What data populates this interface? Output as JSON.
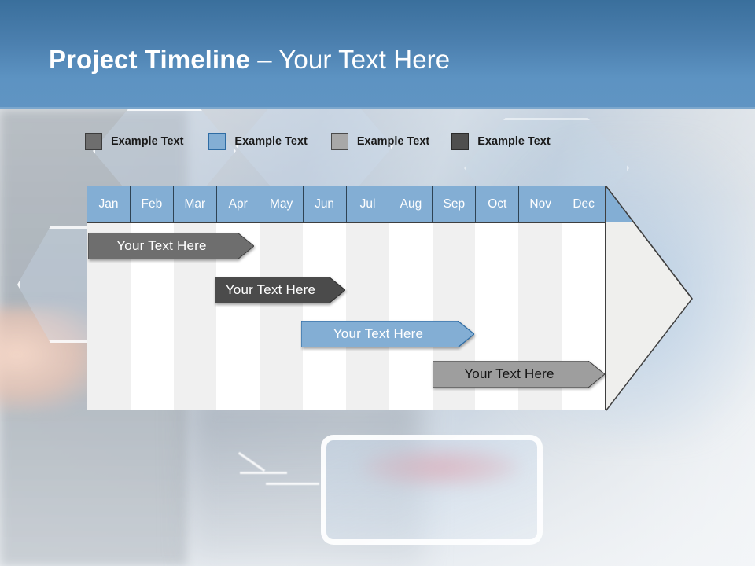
{
  "slide": {
    "title_bold": "Project Timeline",
    "title_sep": " – ",
    "title_light": "Your Text Here",
    "title_full": "Project Timeline – Your Text Here"
  },
  "colors": {
    "title_bar_top": "#3a6f9c",
    "title_bar_bottom": "#6094c3",
    "month_header": "#83aed4",
    "accent_blue": "#83aed4",
    "accent_blue_border": "#2e6ca4",
    "gray_dark": "#5a5a5a",
    "gray_darker": "#4b4b4b",
    "gray_light": "#9e9e9e",
    "band_gray": "#f0f0f0",
    "band_white": "#ffffff",
    "chart_border": "#3f3f3f",
    "arrow_fill": "#efefed"
  },
  "legend": {
    "items": [
      {
        "label": "Example Text",
        "swatch": "#6e6e6e",
        "border": "#3c3c3c"
      },
      {
        "label": "Example Text",
        "swatch": "#83aed4",
        "border": "#2e6ca4"
      },
      {
        "label": "Example Text",
        "swatch": "#a8a8a8",
        "border": "#4a4a4a"
      },
      {
        "label": "Example Text",
        "swatch": "#4f4f4f",
        "border": "#2b2b2b"
      }
    ]
  },
  "timeline": {
    "months": [
      "Jan",
      "Feb",
      "Mar",
      "Apr",
      "May",
      "Jun",
      "Jul",
      "Aug",
      "Sep",
      "Oct",
      "Nov",
      "Dec"
    ],
    "tasks": [
      {
        "label": "Your  Text Here",
        "start_month": "Jan",
        "end_month": "Apr",
        "fill": "#6e6e6e",
        "border": "#3f3f3f",
        "text_color": "#ffffff"
      },
      {
        "label": "Your  Text Here",
        "start_month": "Apr",
        "end_month": "Jun",
        "fill": "#4b4b4b",
        "border": "#2b2b2b",
        "text_color": "#ffffff"
      },
      {
        "label": "Your  Text Here",
        "start_month": "Jun",
        "end_month": "Sep",
        "fill": "#83aed4",
        "border": "#2e6ca4",
        "text_color": "#ffffff"
      },
      {
        "label": "Your  Text Here",
        "start_month": "Sep",
        "end_month": "Dec",
        "fill": "#9e9e9e",
        "border": "#3f3f3f",
        "text_color": "#141414"
      }
    ]
  },
  "chart_data": {
    "type": "bar",
    "title": "Project Timeline – Your Text Here",
    "xlabel": "",
    "ylabel": "",
    "categories": [
      "Jan",
      "Feb",
      "Mar",
      "Apr",
      "May",
      "Jun",
      "Jul",
      "Aug",
      "Sep",
      "Oct",
      "Nov",
      "Dec"
    ],
    "grid": true,
    "legend_position": "top",
    "series": [
      {
        "name": "Example Text",
        "label": "Your  Text Here",
        "start": 0,
        "end": 3.8,
        "color": "#6e6e6e"
      },
      {
        "name": "Example Text",
        "label": "Your  Text Here",
        "start": 3.0,
        "end": 6.0,
        "color": "#4b4b4b"
      },
      {
        "name": "Example Text",
        "label": "Your  Text Here",
        "start": 5.0,
        "end": 9.0,
        "color": "#83aed4"
      },
      {
        "name": "Example Text",
        "label": "Your  Text Here",
        "start": 8.0,
        "end": 12.0,
        "color": "#9e9e9e"
      }
    ]
  }
}
